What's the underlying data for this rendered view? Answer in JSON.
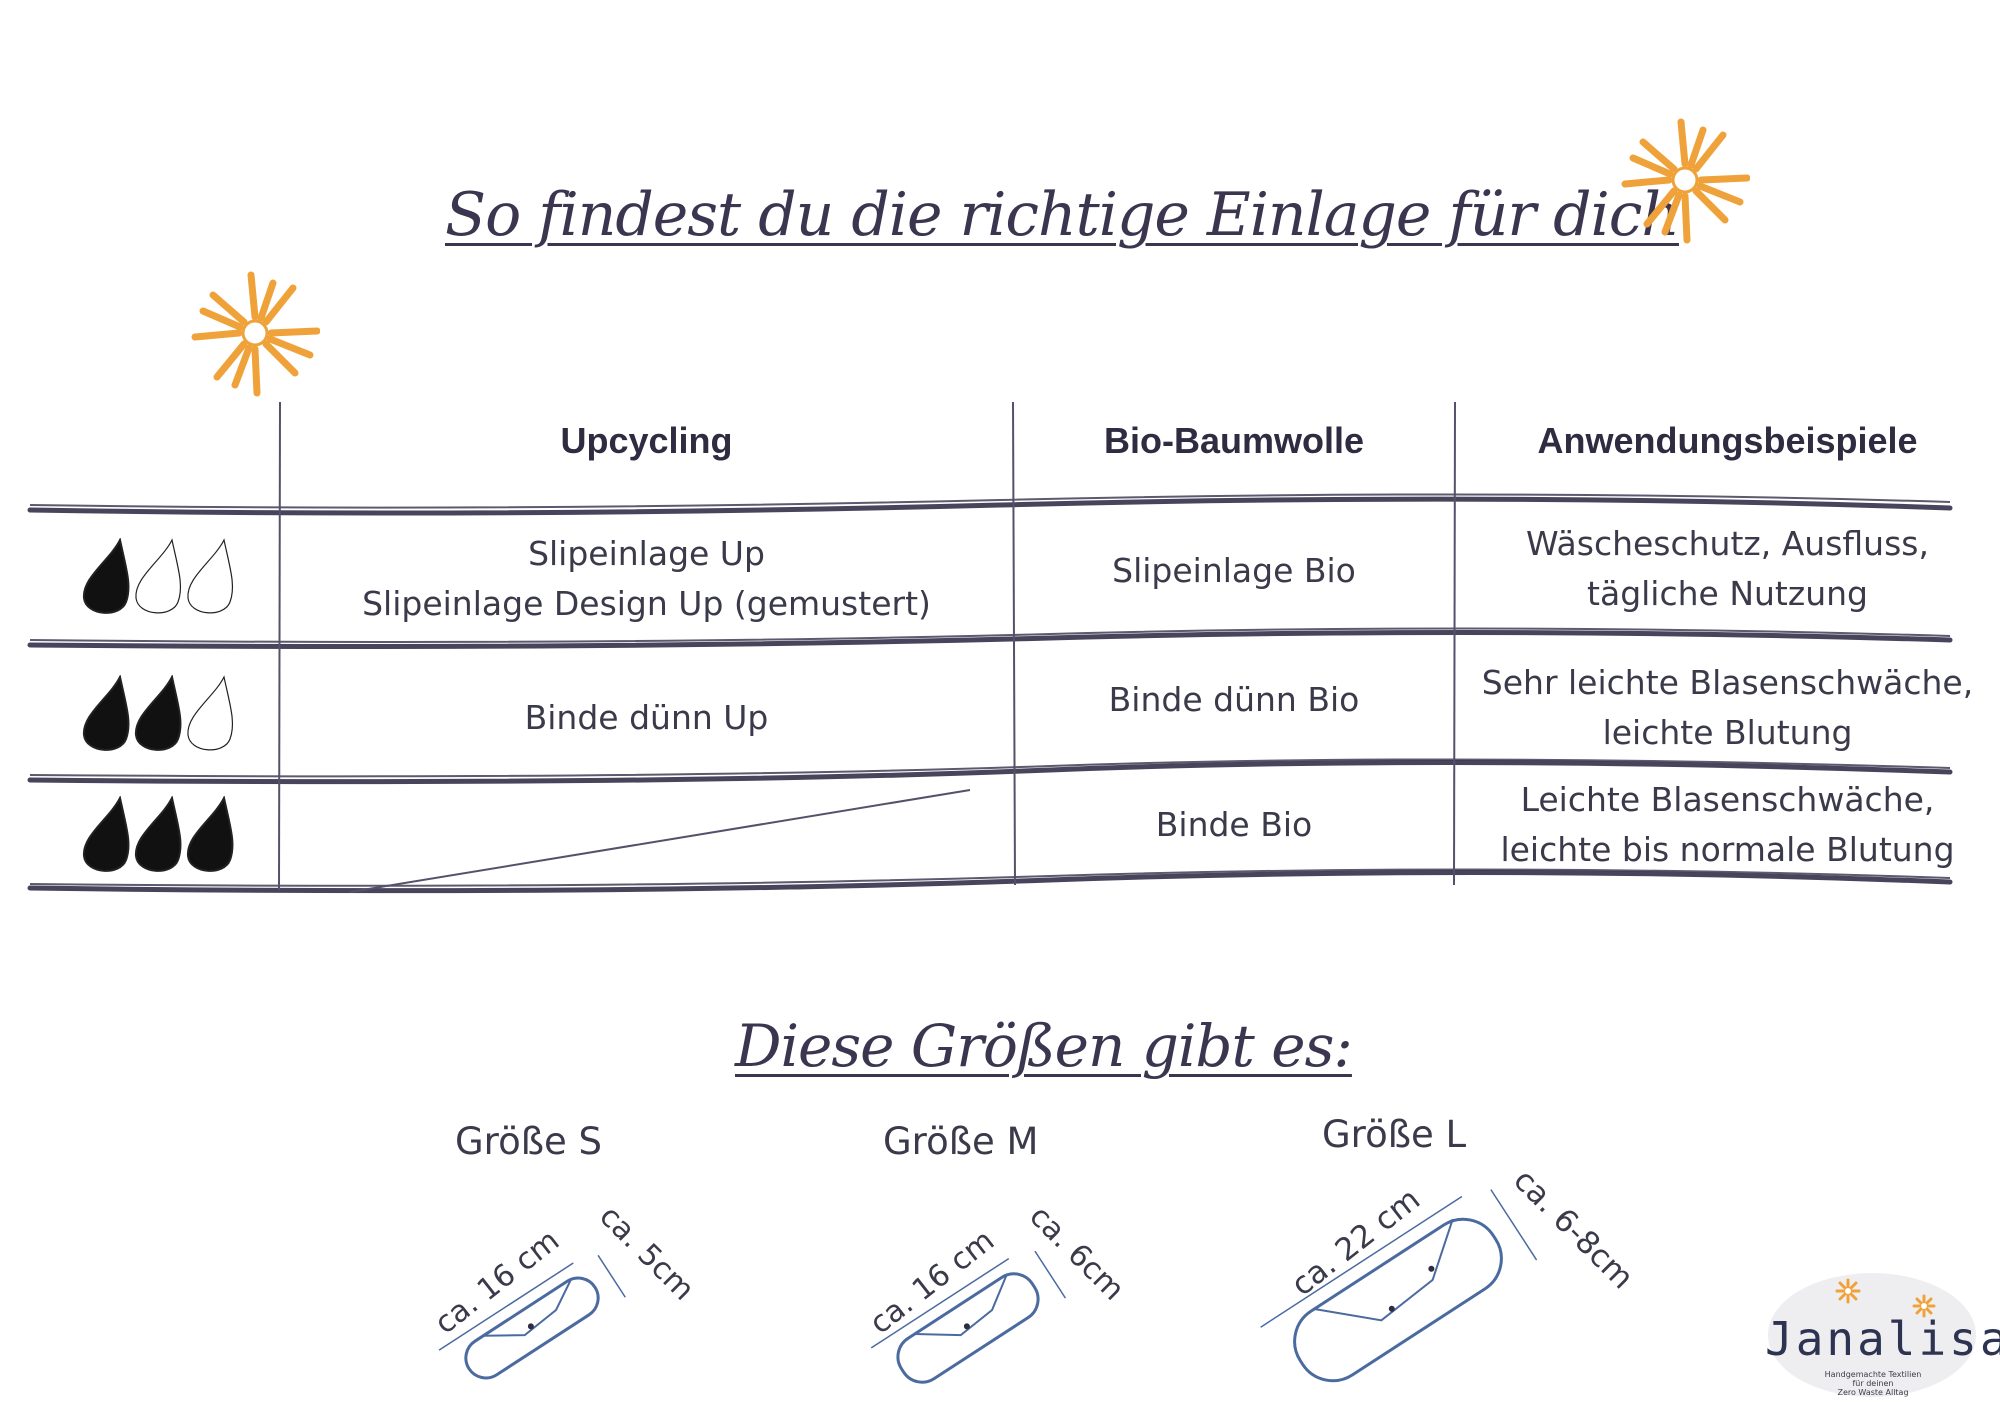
{
  "title": "So findest du die richtige Einlage für dich",
  "table": {
    "headers": [
      "Upcycling",
      "Bio-Baumwolle",
      "Anwendungsbeispiele"
    ],
    "rows": [
      {
        "drops_filled": 1,
        "upcycling": [
          "Slipeinlage Up",
          "Slipeinlage Design Up (gemustert)"
        ],
        "bio": "Slipeinlage Bio",
        "usage": [
          "Wäscheschutz, Ausfluss,",
          "tägliche Nutzung"
        ]
      },
      {
        "drops_filled": 2,
        "upcycling": [
          "Binde dünn Up"
        ],
        "bio": "Binde dünn Bio",
        "usage": [
          "Sehr leichte Blasenschwäche,",
          "leichte Blutung"
        ]
      },
      {
        "drops_filled": 3,
        "upcycling": [],
        "bio": "Binde Bio",
        "usage": [
          "Leichte Blasenschwäche,",
          "leichte bis normale Blutung"
        ]
      }
    ]
  },
  "sizes_title": "Diese Größen gibt es:",
  "sizes": [
    {
      "label": "Größe S",
      "length": "ca. 16 cm",
      "width": "ca. 5cm"
    },
    {
      "label": "Größe M",
      "length": "ca. 16 cm",
      "width": "ca. 6cm"
    },
    {
      "label": "Größe L",
      "length": "ca. 22 cm",
      "width": "ca. 6-8cm"
    }
  ],
  "logo": {
    "name": "Janalisan",
    "tagline": [
      "Handgemachte Textilien",
      "für deinen",
      "Zero Waste Alltag"
    ]
  },
  "colors": {
    "sun": "#f0a23a",
    "ink": "#3b3550",
    "drawing": "#4a6aa0"
  }
}
